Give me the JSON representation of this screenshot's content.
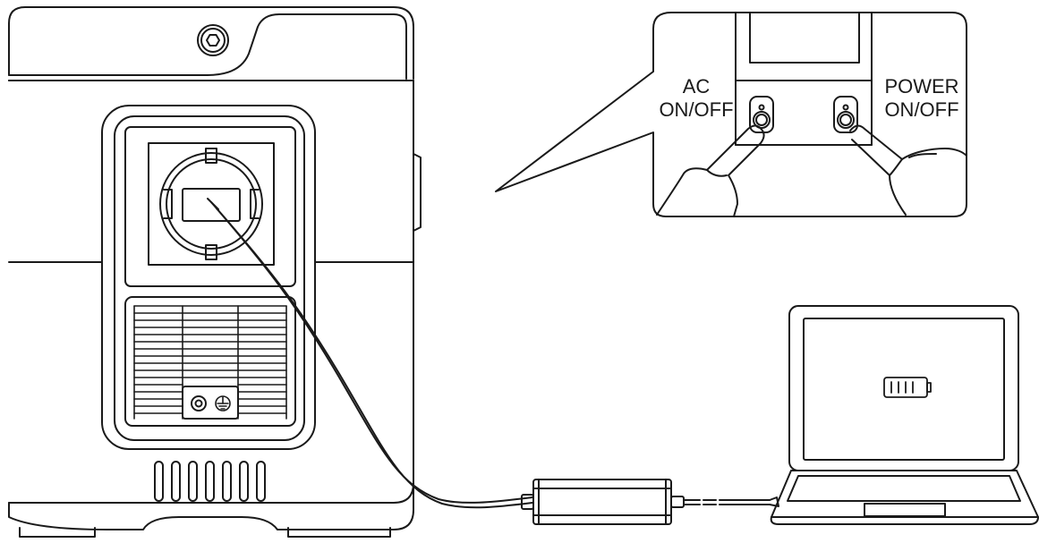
{
  "callout": {
    "ac_switch": {
      "line1": "AC",
      "line2": "ON/OFF"
    },
    "power_switch": {
      "line1": "POWER",
      "line2": "ON/OFF"
    }
  },
  "colors": {
    "stroke": "#1a1a1a",
    "background": "#ffffff"
  },
  "icons": [
    "hex-bolt-icon",
    "ground-symbol-icon",
    "battery-icon"
  ]
}
